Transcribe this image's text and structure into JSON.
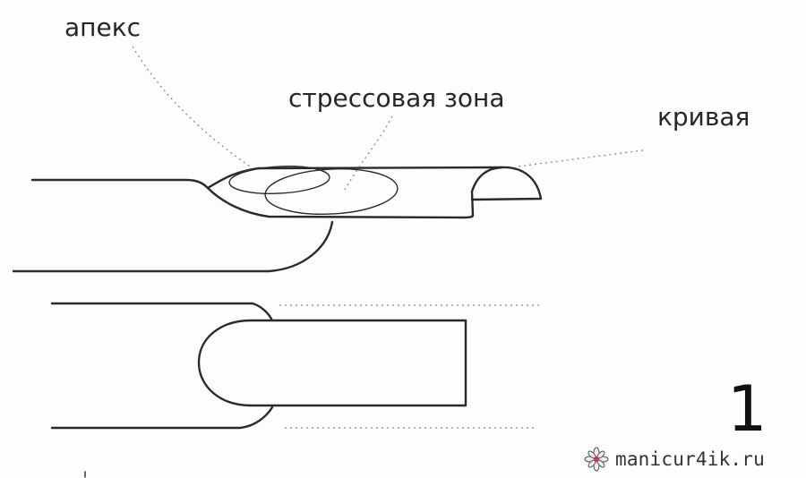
{
  "labels": {
    "apex": "апекс",
    "stress_zone": "стрессовая зона",
    "curve": "кривая"
  },
  "figure_number": "1",
  "watermark": {
    "text": "manicur4ik.ru",
    "icon": "flower-icon"
  },
  "colors": {
    "line": "#2a2a2a",
    "dotted_leader": "#8a8a8a",
    "background": "#fdfdfd"
  }
}
